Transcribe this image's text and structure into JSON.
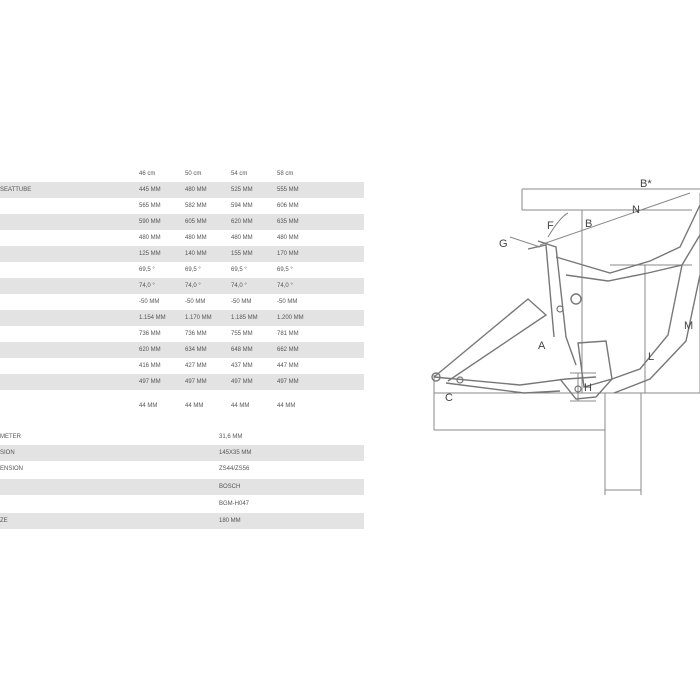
{
  "geometry": {
    "sizes": [
      "46 cm",
      "50 cm",
      "54 cm",
      "58 cm"
    ],
    "rows": [
      {
        "label": "SEATTUBE",
        "values": [
          "445 MM",
          "480 MM",
          "525 MM",
          "555 MM"
        ]
      },
      {
        "label": "",
        "values": [
          "565 MM",
          "582 MM",
          "594 MM",
          "606 MM"
        ]
      },
      {
        "label": "",
        "values": [
          "590 MM",
          "605 MM",
          "620 MM",
          "635 MM"
        ]
      },
      {
        "label": "",
        "values": [
          "480 MM",
          "480 MM",
          "480 MM",
          "480 MM"
        ]
      },
      {
        "label": "",
        "values": [
          "125 MM",
          "140 MM",
          "155 MM",
          "170 MM"
        ]
      },
      {
        "label": "",
        "values": [
          "69,5 °",
          "69,5 °",
          "69,5 °",
          "69,5 °"
        ]
      },
      {
        "label": "",
        "values": [
          "74,0 °",
          "74,0 °",
          "74,0 °",
          "74,0 °"
        ]
      },
      {
        "label": "",
        "values": [
          "-50 MM",
          "-50 MM",
          "-50 MM",
          "-50 MM"
        ]
      },
      {
        "label": "",
        "values": [
          "1.154 MM",
          "1.170 MM",
          "1.185 MM",
          "1.200 MM"
        ]
      },
      {
        "label": "",
        "values": [
          "736 MM",
          "736 MM",
          "755 MM",
          "781 MM"
        ]
      },
      {
        "label": "",
        "values": [
          "620 MM",
          "634 MM",
          "648 MM",
          "662 MM"
        ]
      },
      {
        "label": "",
        "values": [
          "416 MM",
          "427 MM",
          "437 MM",
          "447 MM"
        ]
      },
      {
        "label": "",
        "values": [
          "497 MM",
          "497 MM",
          "497 MM",
          "497 MM"
        ]
      },
      {
        "label": "",
        "values": [
          "44 MM",
          "44 MM",
          "44 MM",
          "44 MM"
        ]
      }
    ]
  },
  "specs": [
    {
      "label": "METER",
      "value": "31,6 MM"
    },
    {
      "label": "SION",
      "value": "145X35 MM"
    },
    {
      "label": "ENSION",
      "value": "ZS44/ZS56"
    },
    {
      "label": "",
      "value": "BOSCH"
    },
    {
      "label": "",
      "value": "BGM-H047"
    },
    {
      "label": "ZE",
      "value": "180 MM"
    }
  ],
  "diagram_labels": {
    "b_star": "B*",
    "n": "N",
    "b": "B",
    "f": "F",
    "g": "G",
    "m": "M",
    "a": "A",
    "l": "L",
    "h": "H",
    "c": "C"
  },
  "colors": {
    "row_shade": "#e3e3e3",
    "text": "#555555",
    "line": "#888888"
  }
}
